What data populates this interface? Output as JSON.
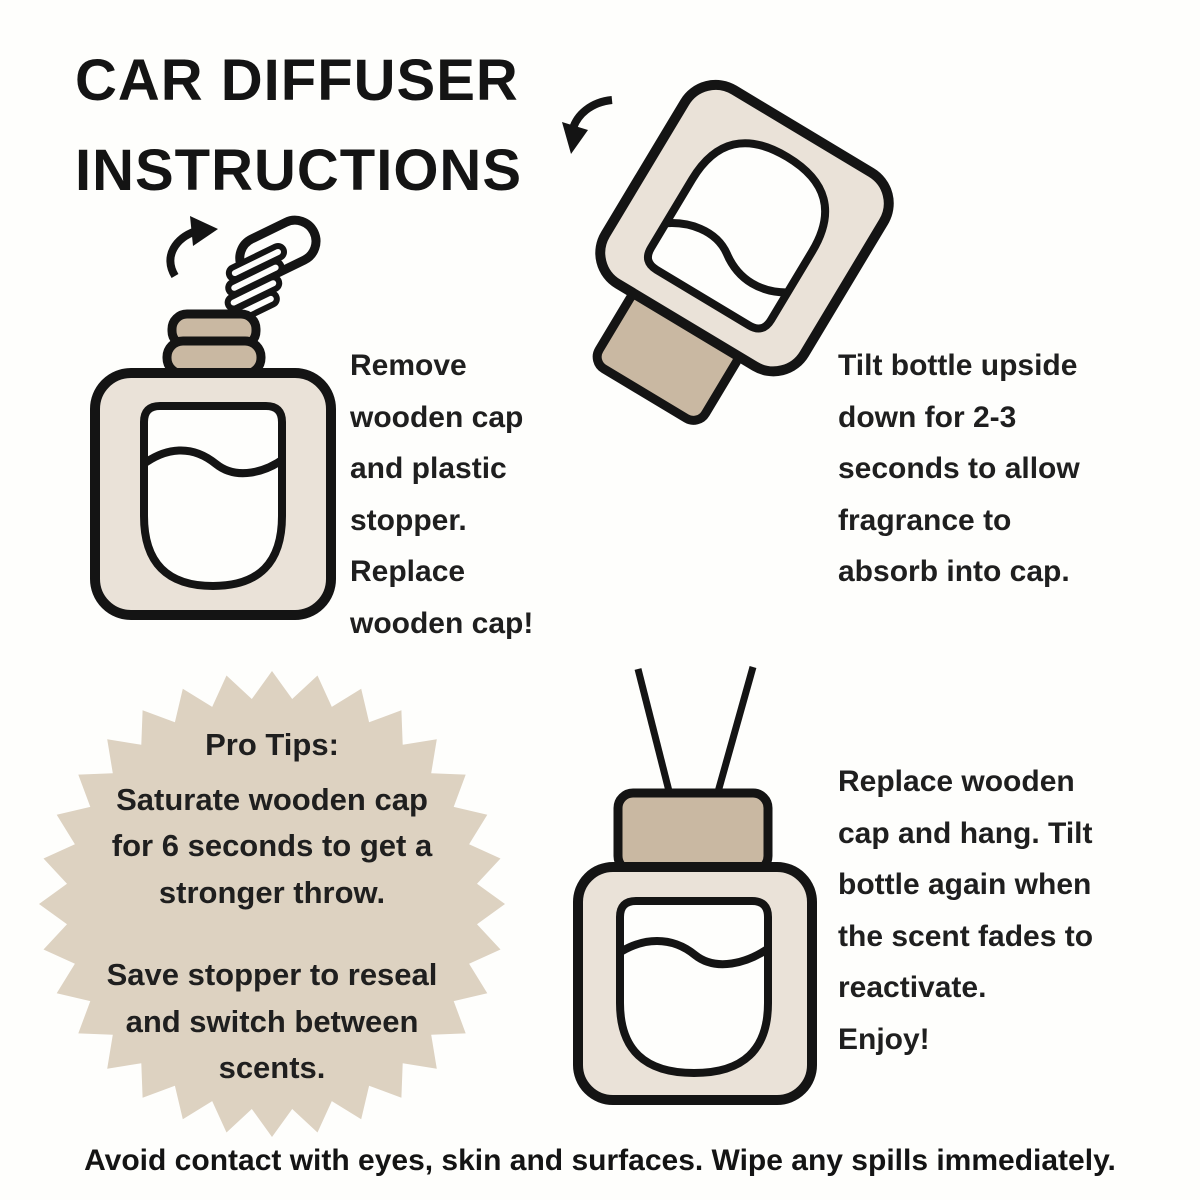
{
  "title": {
    "line1": "CAR DIFFUSER",
    "line2": "INSTRUCTIONS"
  },
  "steps": [
    {
      "name": "remove-cap",
      "text": "Remove\nwooden cap\nand plastic\nstopper.\nReplace\nwooden cap!"
    },
    {
      "name": "tilt-bottle",
      "text": "Tilt bottle upside\ndown for 2-3\nseconds to allow\nfragrance to\nabsorb into cap."
    },
    {
      "name": "replace-and-hang",
      "text": "Replace wooden\ncap and hang. Tilt\nbottle again when\nthe scent fades to\nreactivate.\nEnjoy!"
    }
  ],
  "pro_tips": {
    "heading": "Pro Tips:",
    "tips": [
      "Saturate wooden cap\nfor 6 seconds to get a\nstronger throw.",
      "Save stopper to reseal\nand switch between\nscents."
    ]
  },
  "footer": "Avoid contact with eyes, skin and surfaces. Wipe any spills immediately.",
  "icons": [
    "curved-arrow-icon",
    "wooden-cap-icon",
    "plastic-stopper-icon",
    "diffuser-bottle-open-illustration",
    "diffuser-bottle-tilted-illustration",
    "diffuser-bottle-hanging-illustration",
    "starburst-badge"
  ],
  "colors": {
    "bg": "#fefefc",
    "ink": "#141414",
    "text": "#1f1f1f",
    "bottle-beige": "#eae2d8",
    "cap-tan": "#c9b8a2",
    "starburst-beige": "#ddd2c1",
    "window-white": "#fefefc"
  }
}
